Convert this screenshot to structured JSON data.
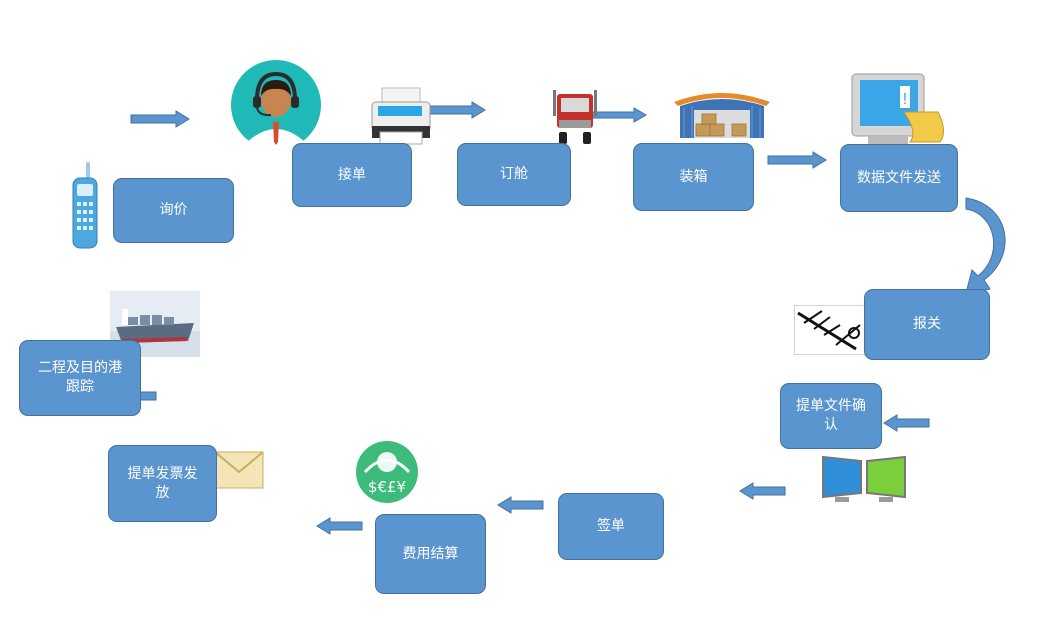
{
  "steps": {
    "inquiry": "询价",
    "take_order": "接单",
    "book_space": "订舱",
    "container_loading": "装箱",
    "data_file_send": "数据文件发送",
    "customs_declaration": "报关",
    "bl_file_confirm": "提单文件确\n认",
    "sign_bl": "签单",
    "fee_settlement": "费用结算",
    "bl_invoice_release": "提单发票发\n放",
    "transship_tracking": "二程及目的港\n跟踪"
  },
  "icons": {
    "phone": "cordless-phone-icon",
    "agent": "customer-service-agent-icon",
    "printer": "printer-icon",
    "truck": "truck-icon",
    "warehouse": "warehouse-icon",
    "computer": "computer-sending-data-icon",
    "customs": "customs-scale-icon",
    "monitors": "dual-monitor-icon",
    "currency": "currency-exchange-icon",
    "envelope": "envelope-icon",
    "ship": "container-ship-icon"
  },
  "colors": {
    "box_fill": "#5b95cf",
    "box_border": "#41719c",
    "arrow": "#5b95cf"
  }
}
